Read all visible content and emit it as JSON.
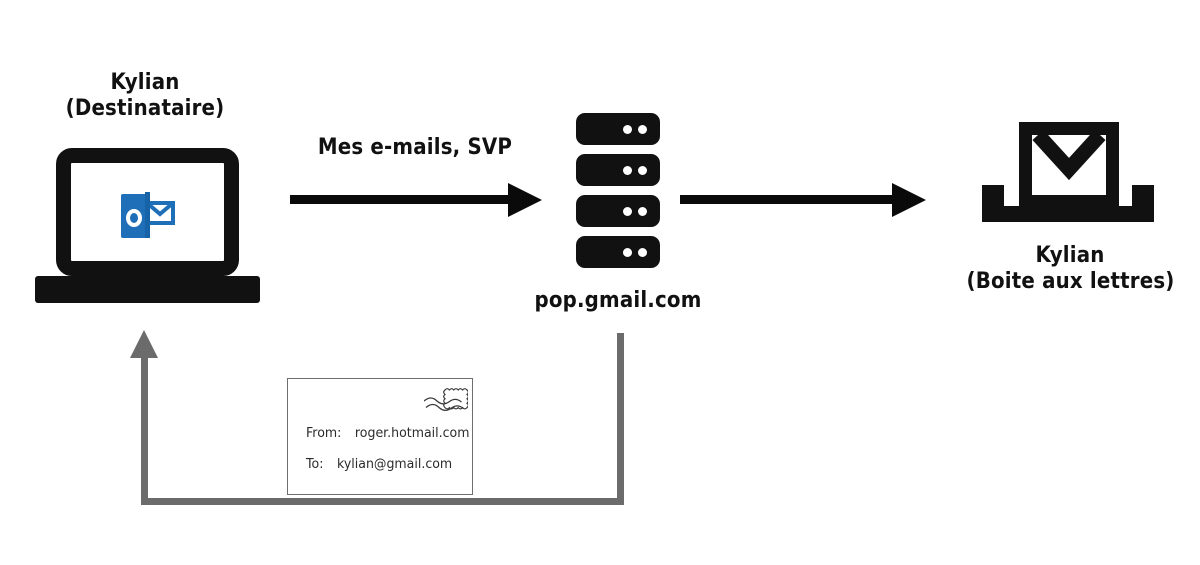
{
  "diagram": {
    "title": "POP email retrieval flow",
    "colors": {
      "ink": "#111111",
      "gray_path": "#6b6b6b",
      "outlook_blue": "#1f6fb8",
      "background": "#ffffff",
      "card_border": "#6e6e6e"
    },
    "nodes": {
      "client": {
        "icon": "laptop-icon",
        "app_icon": "outlook-icon",
        "label_line1": "Kylian",
        "label_line2": "(Destinataire)"
      },
      "server": {
        "icon": "server-rack-icon",
        "units": 4,
        "dots_per_unit": 2,
        "label": "pop.gmail.com"
      },
      "mailbox": {
        "icon": "mailbox-inbox-icon",
        "label_line1": "Kylian",
        "label_line2": "(Boite aux lettres)"
      }
    },
    "edges": {
      "request": {
        "label": "Mes e-mails, SVP",
        "style": "solid-black-arrow",
        "direction": "client-to-server"
      },
      "delivery": {
        "label": "",
        "style": "solid-black-arrow",
        "direction": "server-to-mailbox"
      },
      "return": {
        "label": "",
        "style": "gray-routed-arrow",
        "direction": "server-to-client"
      }
    },
    "letter": {
      "from_label": "From:",
      "from_value": "roger.hotmail.com",
      "to_label": "To:",
      "to_value": "kylian@gmail.com",
      "stamp_icon": "postage-stamp-icon",
      "postmark_icon": "postmark-squiggle-icon"
    }
  }
}
